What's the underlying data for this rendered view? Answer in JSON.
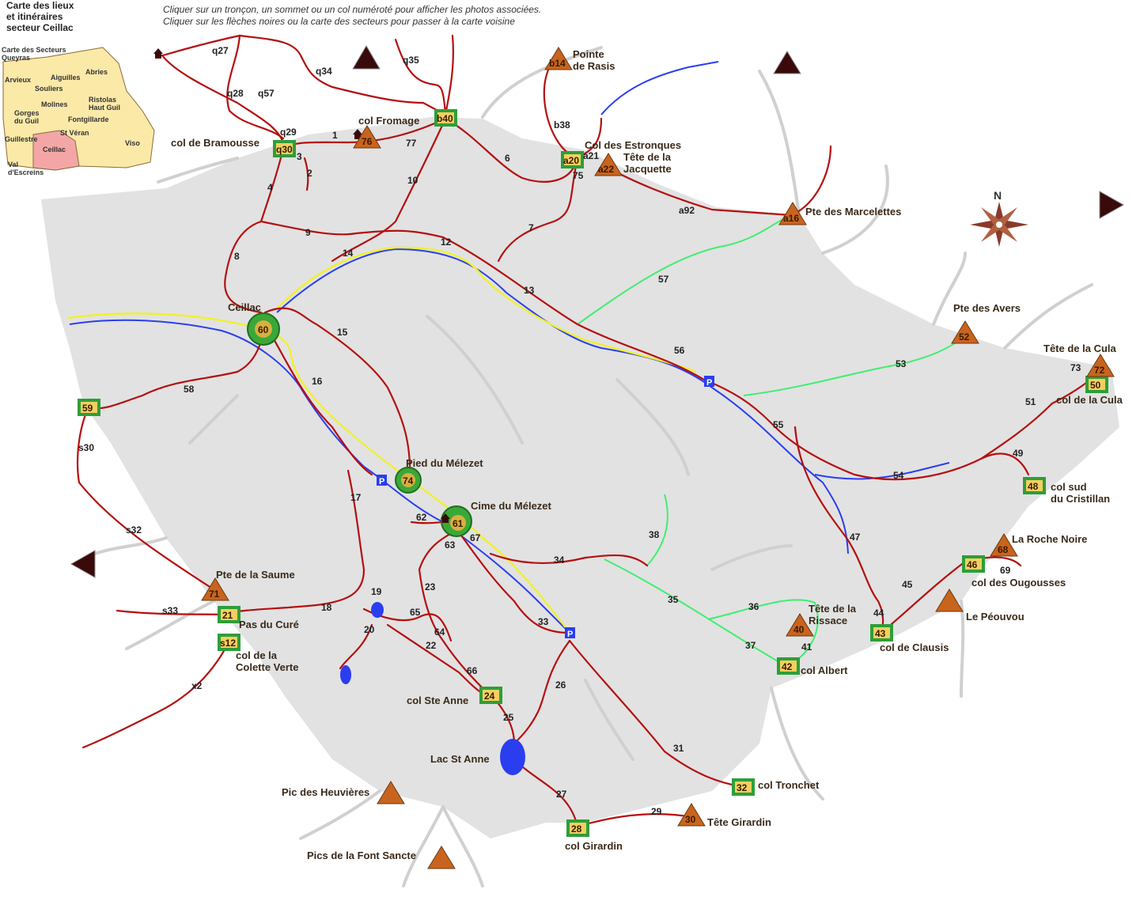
{
  "header": {
    "title_lines": [
      "Carte des lieux",
      "et itinéraires",
      "secteur Ceillac"
    ],
    "instructions": [
      "Cliquer sur un tronçon, un sommet ou un col numéroté pour afficher les photos associées.",
      "Cliquer sur les flèches noires ou la carte des secteurs pour passer à la carte voisine"
    ]
  },
  "minimap": {
    "title": "Carte des Secteurs Queyras",
    "sectors": [
      "Arvieux",
      "Aiguilles",
      "Abries",
      "Souliers",
      "Ristolas Haut Guil",
      "Molines",
      "Gorges du Guil",
      "Fontgillarde",
      "St Véran",
      "Guillestre",
      "Ceillac",
      "Viso",
      "Val d'Escreins"
    ],
    "highlight": "Ceillac",
    "colors": {
      "sector": "#fbe9a8",
      "highlight": "#f4a6a6"
    }
  },
  "compass": {
    "label": "N"
  },
  "arrows": [
    "up",
    "up",
    "right",
    "left"
  ],
  "places": {
    "cols": [
      {
        "id": "q30",
        "name": "col de Bramousse"
      },
      {
        "id": "b40",
        "name": "col Fromage"
      },
      {
        "id": "a20",
        "name": "Col des Estronques"
      },
      {
        "id": "59",
        "name": ""
      },
      {
        "id": "50",
        "name": "col de la Cula"
      },
      {
        "id": "48",
        "name": "col sud du Cristillan"
      },
      {
        "id": "46",
        "name": "col des Ougousses"
      },
      {
        "id": "43",
        "name": "col de Clausis"
      },
      {
        "id": "42",
        "name": "col Albert"
      },
      {
        "id": "32",
        "name": "col Tronchet"
      },
      {
        "id": "28",
        "name": "col Girardin"
      },
      {
        "id": "24",
        "name": "col Ste Anne"
      },
      {
        "id": "21",
        "name": "Pas du Curé"
      },
      {
        "id": "s12",
        "name": "col de la Colette Verte"
      }
    ],
    "summits": [
      {
        "id": "76",
        "name": ""
      },
      {
        "id": "b14",
        "name": "Pointe de Rasis"
      },
      {
        "id": "a22",
        "name": "Tête de la Jacquette"
      },
      {
        "id": "a16",
        "name": "Pte des Marcelettes"
      },
      {
        "id": "52",
        "name": "Pte des Avers"
      },
      {
        "id": "72",
        "name": "Tête de la Cula"
      },
      {
        "id": "68",
        "name": "La Roche Noire"
      },
      {
        "id": "40",
        "name": "Tête de la Rissace"
      },
      {
        "id": "30",
        "name": "Tête Girardin"
      },
      {
        "id": "71",
        "name": "Pte de la Saume"
      },
      {
        "id": "",
        "name": "Le Péouvou"
      },
      {
        "id": "",
        "name": "Pic des Heuvières"
      },
      {
        "id": "",
        "name": "Pics de la Font Sancte"
      }
    ],
    "villages": [
      {
        "id": "60",
        "name": "Ceillac"
      },
      {
        "id": "74",
        "name": "Pied du Mélezet"
      },
      {
        "id": "61",
        "name": "Cime du Mélezet"
      }
    ],
    "lakes": [
      {
        "name": "Lac St Anne"
      }
    ],
    "parking": "P"
  },
  "segments": [
    "q27",
    "q28",
    "q57",
    "q34",
    "q35",
    "q29",
    "1",
    "77",
    "3",
    "2",
    "4",
    "10",
    "6",
    "b38",
    "a21",
    "75",
    "a92",
    "7",
    "9",
    "8",
    "12",
    "14",
    "13",
    "15",
    "16",
    "57",
    "56",
    "53",
    "73",
    "51",
    "58",
    "s30",
    "s32",
    "17",
    "62",
    "63",
    "67",
    "34",
    "38",
    "35",
    "36",
    "37",
    "41",
    "47",
    "55",
    "54",
    "49",
    "45",
    "44",
    "69",
    "19",
    "18",
    "s33",
    "20",
    "23",
    "64",
    "65",
    "22",
    "66",
    "33",
    "26",
    "25",
    "27",
    "31",
    "29",
    "x2"
  ],
  "colors": {
    "terrain": "#e2e2e2",
    "trail": "#b50f0f",
    "road": "#f0f030",
    "river": "#2a3ef0",
    "ski_trail": "#40ee70",
    "summit": "#c8641e",
    "col_square": "#2e9e3a",
    "village": "#3aa838"
  }
}
